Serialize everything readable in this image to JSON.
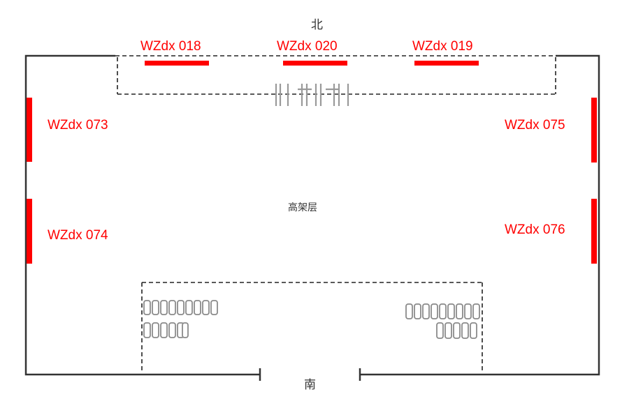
{
  "directions": {
    "north": "北",
    "south": "南"
  },
  "center_label": "高架层",
  "devices": {
    "north": [
      "WZdx 018",
      "WZdx 020",
      "WZdx 019"
    ],
    "west": [
      "WZdx 073",
      "WZdx 074"
    ],
    "east": [
      "WZdx 075",
      "WZdx 076"
    ]
  },
  "colors": {
    "device": "#ff0000",
    "wall": "#333333",
    "gate": "#9a9a9a"
  }
}
